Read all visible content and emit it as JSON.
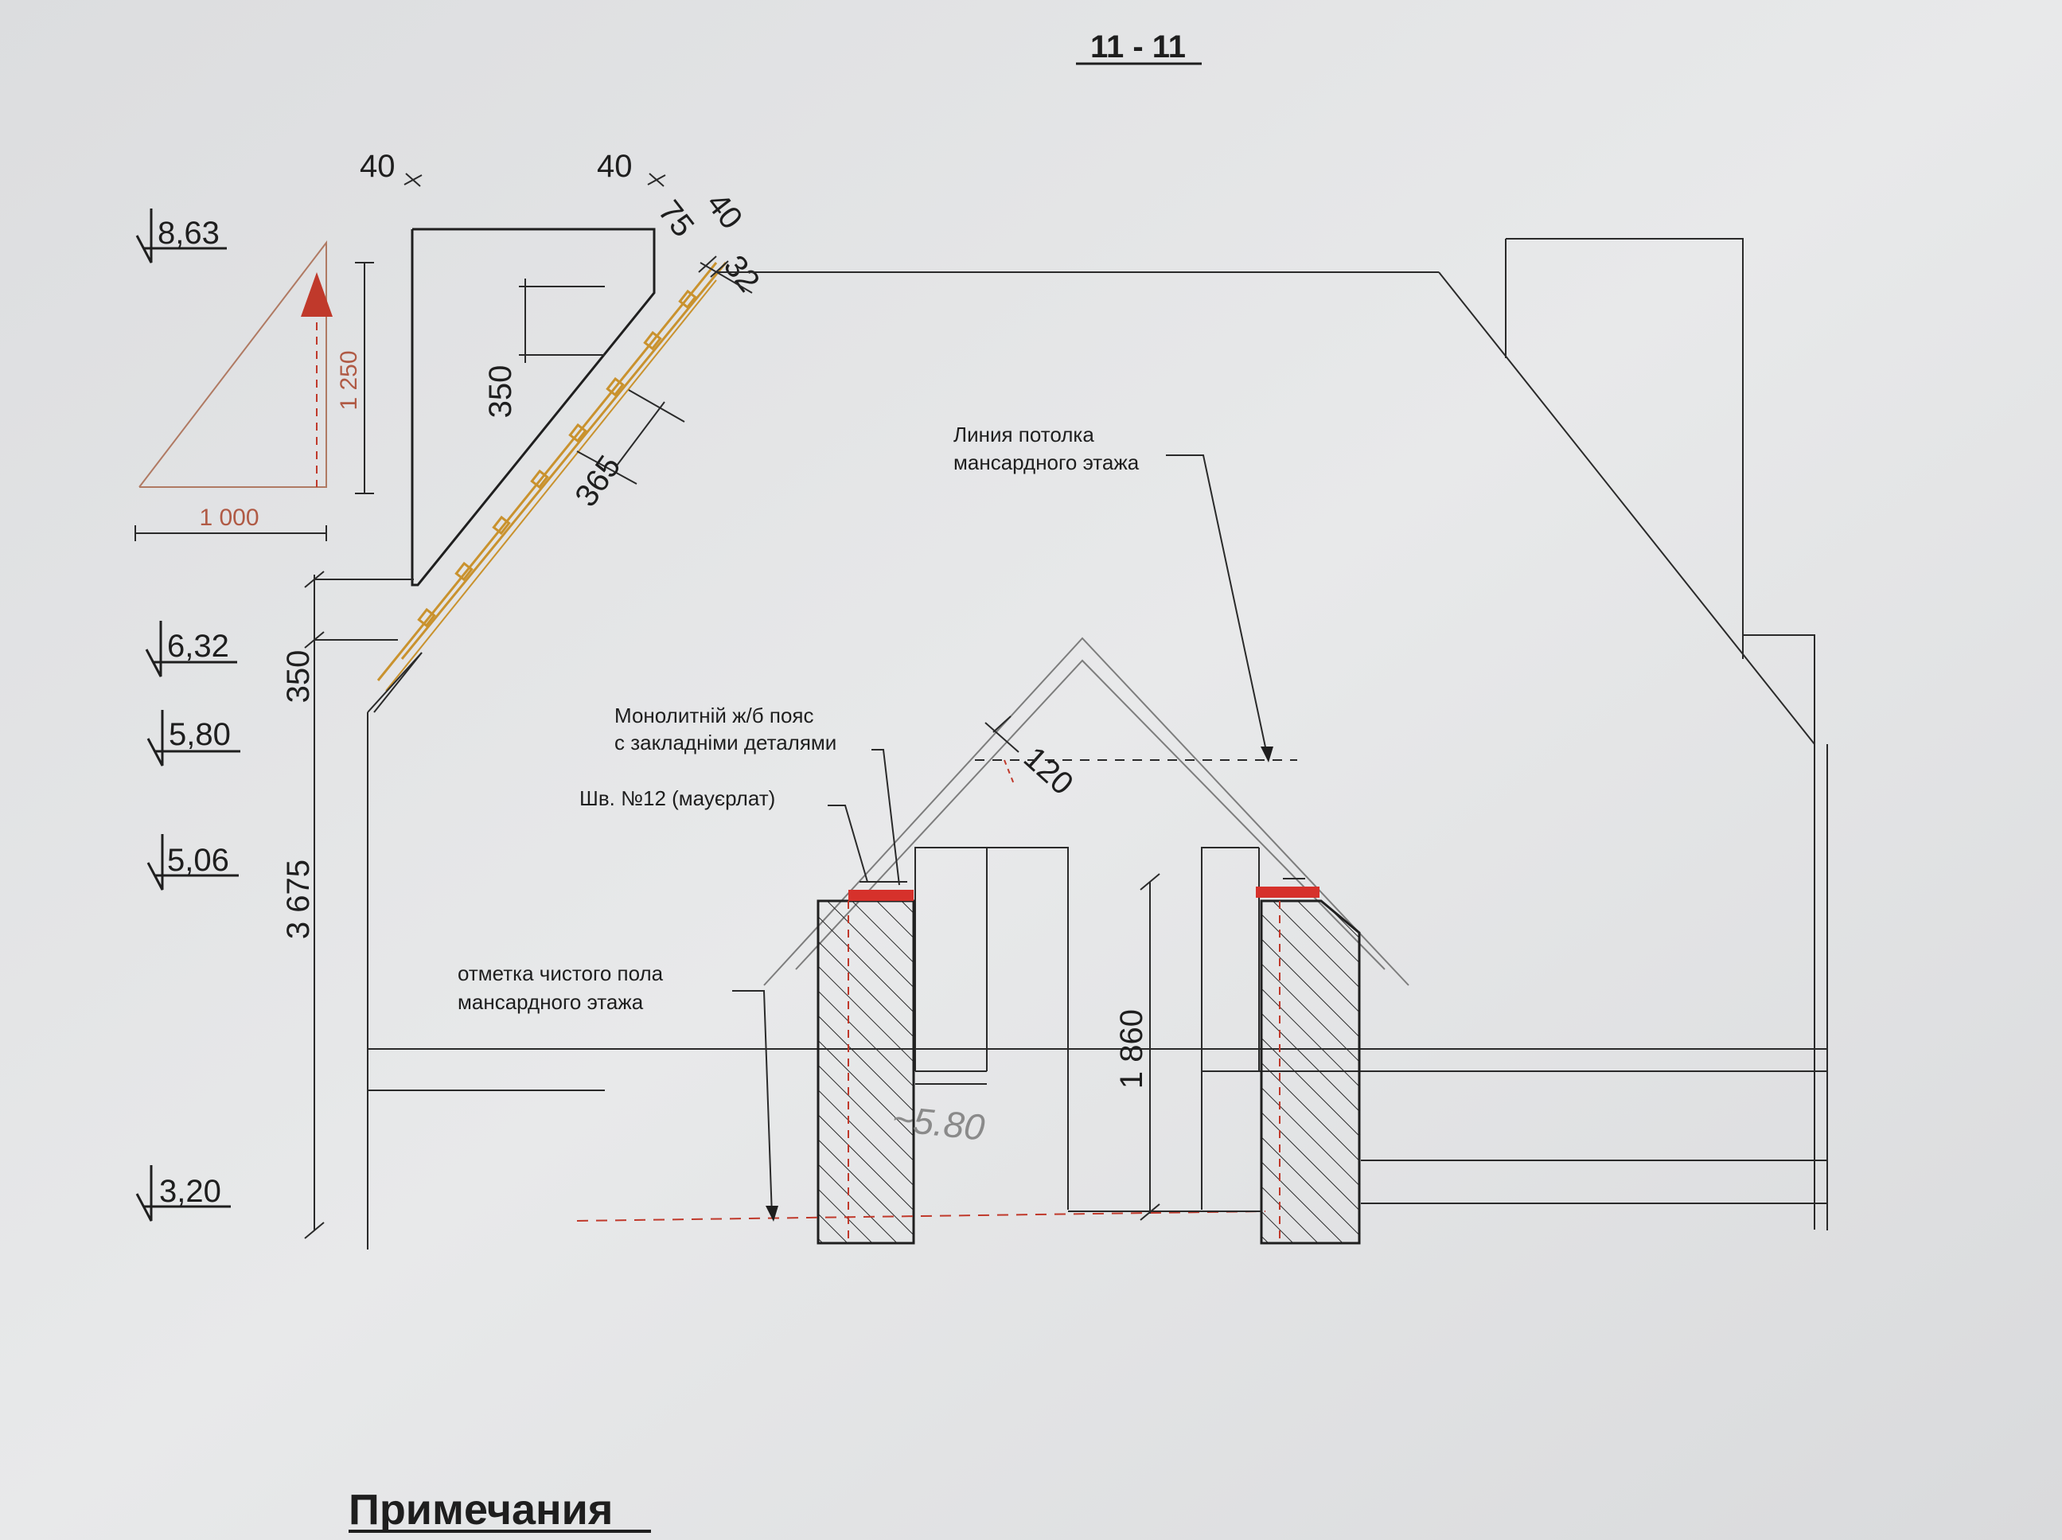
{
  "section_title": "11 - 11",
  "notes_heading": "Примечания",
  "elevations": [
    "8,63",
    "6,32",
    "5,80",
    "5,06",
    "3,20"
  ],
  "slope": {
    "rise": "1 250",
    "run": "1 000"
  },
  "dims": {
    "d40a": "40",
    "d40b": "40",
    "d75": "75",
    "d40c": "40",
    "d32": "32",
    "d350a": "350",
    "d365": "365",
    "d350b": "350",
    "d3675": "3 675",
    "d120": "120",
    "d1860": "1 860"
  },
  "labels": {
    "ceiling_line": [
      "Линия потолка",
      "мансардного этажа"
    ],
    "mono_belt": [
      "Монолитній ж/б пояс",
      "с закладніми деталями"
    ],
    "mauerlat": "Шв. №12 (мауєрлат)",
    "floor_mark": [
      "отметка чистого пола",
      "мансардного этажа"
    ]
  },
  "handwritten": "~5.80",
  "colors": {
    "ink": "#1e1e1e",
    "red": "#d6312b",
    "orange": "#c9922e",
    "paper": "#e4e5e6"
  }
}
